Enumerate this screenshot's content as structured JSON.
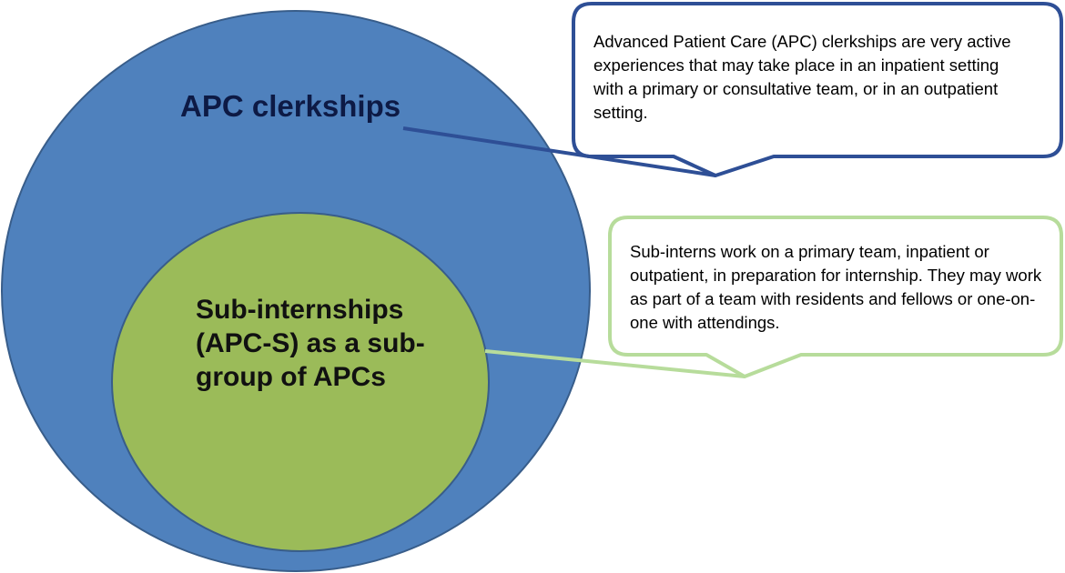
{
  "outer_circle": {
    "label": "APC clerkships",
    "fill": "#4f81bd",
    "stroke": "#385d8a"
  },
  "inner_circle": {
    "label": "Sub-internships (APC-S) as a sub-group of APCs",
    "fill": "#9bbb59",
    "stroke": "#385d8a"
  },
  "callouts": {
    "apc": {
      "text": "Advanced Patient Care (APC) clerkships are very active experiences that may take place in an inpatient setting with a primary or consultative team, or in an outpatient setting.",
      "border_color": "#2e4f96",
      "fill": "#ffffff"
    },
    "sub": {
      "text": "Sub-interns work on a primary team, inpatient or outpatient, in preparation for internship. They may work as part of a team with residents and fellows or one-on-one with attendings.",
      "border_color": "#b7dc9b",
      "fill": "#ffffff"
    }
  }
}
